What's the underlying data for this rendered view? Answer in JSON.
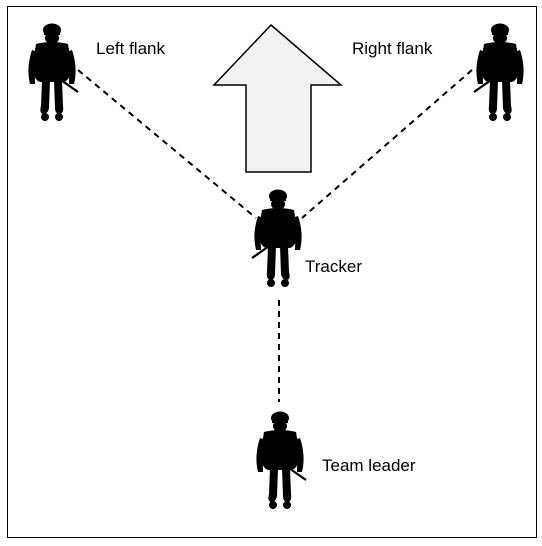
{
  "labels": {
    "left_flank": "Left flank",
    "right_flank": "Right flank",
    "tracker": "Tracker",
    "team_leader": "Team leader"
  },
  "icons": {
    "soldier": "soldier-silhouette-icon",
    "direction": "up-arrow-icon"
  },
  "colors": {
    "silhouette": "#000000",
    "arrow_fill": "#f2f2f2",
    "line": "#000000"
  }
}
